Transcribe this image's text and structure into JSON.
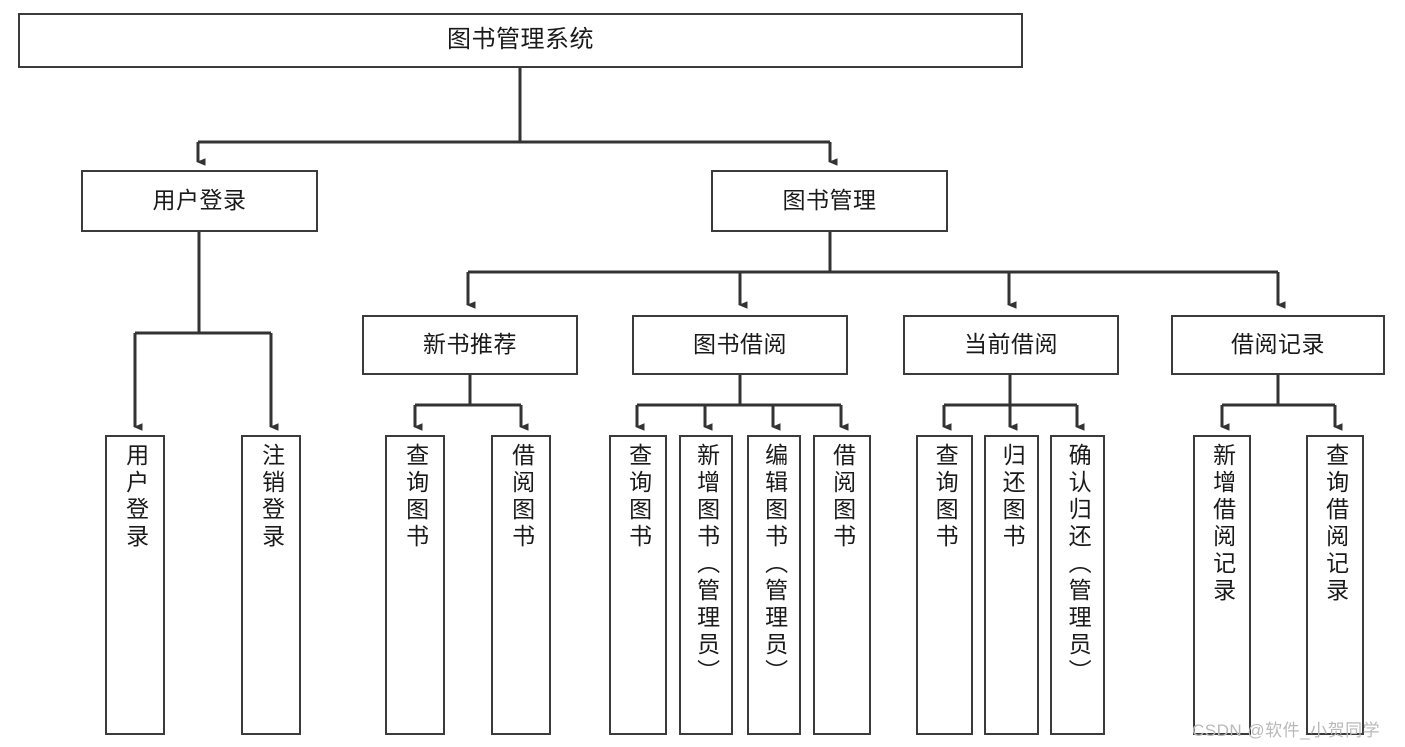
{
  "diagram": {
    "type": "tree-hierarchy-chart",
    "title": "图书管理系统",
    "colors": {
      "box_border": "#3b3b3b",
      "box_fill": "#ffffff",
      "connector": "#333333",
      "text": "#1a1a1a",
      "watermark": "#b9b9b9",
      "background": "#ffffff"
    },
    "levels": {
      "root": "图书管理系统",
      "tier2": [
        "用户登录",
        "图书管理"
      ],
      "tier3": [
        "新书推荐",
        "图书借阅",
        "当前借阅",
        "借阅记录"
      ]
    },
    "nodes": {
      "root": {
        "label": "图书管理系统"
      },
      "user_login": {
        "label": "用户登录"
      },
      "book_manage": {
        "label": "图书管理"
      },
      "new_book_rec": {
        "label": "新书推荐"
      },
      "book_borrow": {
        "label": "图书借阅"
      },
      "current_borrow": {
        "label": "当前借阅"
      },
      "borrow_record": {
        "label": "借阅记录"
      },
      "leaf_user_login": {
        "label": "用户登录"
      },
      "leaf_user_logout": {
        "label": "注销登录"
      },
      "leaf_query_book_1": {
        "label": "查询图书"
      },
      "leaf_borrow_book_1": {
        "label": "借阅图书"
      },
      "leaf_query_book_2": {
        "label": "查询图书"
      },
      "leaf_add_book_admin": {
        "label": "新增图书（管理员）"
      },
      "leaf_edit_book_admin": {
        "label": "编辑图书（管理员）"
      },
      "leaf_borrow_book_2": {
        "label": "借阅图书"
      },
      "leaf_query_book_3": {
        "label": "查询图书"
      },
      "leaf_return_book": {
        "label": "归还图书"
      },
      "leaf_confirm_return_admin": {
        "label": "确认归还（管理员）"
      },
      "leaf_add_borrow_record": {
        "label": "新增借阅记录"
      },
      "leaf_query_borrow_record": {
        "label": "查询借阅记录"
      }
    },
    "edges": [
      {
        "from": "root",
        "to": "user_login"
      },
      {
        "from": "root",
        "to": "book_manage"
      },
      {
        "from": "user_login",
        "to": "leaf_user_login"
      },
      {
        "from": "user_login",
        "to": "leaf_user_logout"
      },
      {
        "from": "book_manage",
        "to": "new_book_rec"
      },
      {
        "from": "book_manage",
        "to": "book_borrow"
      },
      {
        "from": "book_manage",
        "to": "current_borrow"
      },
      {
        "from": "book_manage",
        "to": "borrow_record"
      },
      {
        "from": "new_book_rec",
        "to": "leaf_query_book_1"
      },
      {
        "from": "new_book_rec",
        "to": "leaf_borrow_book_1"
      },
      {
        "from": "book_borrow",
        "to": "leaf_query_book_2"
      },
      {
        "from": "book_borrow",
        "to": "leaf_add_book_admin"
      },
      {
        "from": "book_borrow",
        "to": "leaf_edit_book_admin"
      },
      {
        "from": "book_borrow",
        "to": "leaf_borrow_book_2"
      },
      {
        "from": "current_borrow",
        "to": "leaf_query_book_3"
      },
      {
        "from": "current_borrow",
        "to": "leaf_return_book"
      },
      {
        "from": "current_borrow",
        "to": "leaf_confirm_return_admin"
      },
      {
        "from": "borrow_record",
        "to": "leaf_add_borrow_record"
      },
      {
        "from": "borrow_record",
        "to": "leaf_query_borrow_record"
      }
    ]
  },
  "watermark": {
    "text": "CSDN @软件_小贺同学"
  }
}
